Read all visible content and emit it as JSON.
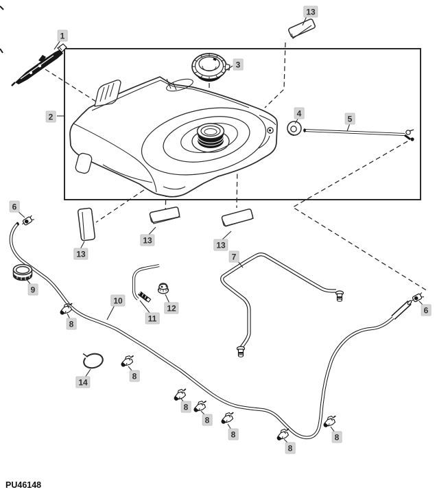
{
  "figure": {
    "code": "PU46148",
    "type": "exploded-parts-diagram",
    "colors": {
      "background": "#ffffff",
      "line": "#2a2a2a",
      "dark_fill": "#161616",
      "callout_bg": "#d5d5d5",
      "callout_text": "#2f2f2f"
    },
    "callouts": [
      {
        "label": "1"
      },
      {
        "label": "2"
      },
      {
        "label": "3"
      },
      {
        "label": "13"
      },
      {
        "label": "4"
      },
      {
        "label": "5"
      },
      {
        "label": "6"
      },
      {
        "label": "9"
      },
      {
        "label": "13"
      },
      {
        "label": "13"
      },
      {
        "label": "13"
      },
      {
        "label": "7"
      },
      {
        "label": "10"
      },
      {
        "label": "11"
      },
      {
        "label": "12"
      },
      {
        "label": "8"
      },
      {
        "label": "14"
      },
      {
        "label": "8"
      },
      {
        "label": "8"
      },
      {
        "label": "8"
      },
      {
        "label": "8"
      },
      {
        "label": "8"
      },
      {
        "label": "8"
      },
      {
        "label": "6"
      }
    ]
  }
}
